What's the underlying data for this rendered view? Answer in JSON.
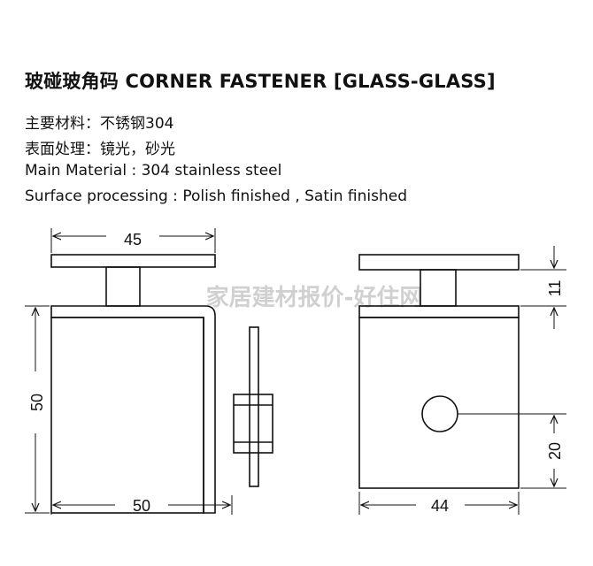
{
  "title": "玻碰玻角码 CORNER FASTENER [GLASS-GLASS]",
  "specs": [
    "主要材料：不锈钢304",
    "表面处理：镜光，砂光",
    "Main Material : 304 stainless steel",
    "Surface processing : Polish finished , Satin finished"
  ],
  "dimensions": {
    "top_width": "45",
    "left_height": "50",
    "bottom_width": "50",
    "right_width": "44",
    "plate_gap": "11",
    "hole_height": "20"
  },
  "watermark": "家居建材报价-好住网"
}
